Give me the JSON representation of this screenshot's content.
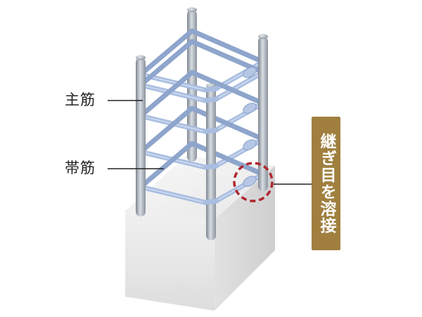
{
  "labels": {
    "main_rebar": "主筋",
    "hoop_rebar": "帯筋",
    "weld_joint": "継ぎ目を溶接"
  },
  "colors": {
    "main_rebar": "#9ea6b0",
    "hoop_rebar": "#a9bde0",
    "concrete": "#eeeeee",
    "callout_box": "#a07f3f",
    "callout_text": "#ffffff",
    "highlight_circle": "#b0262e",
    "leader_line": "#222222"
  },
  "icons": {
    "weld_marker": "dashed-circle-icon"
  }
}
